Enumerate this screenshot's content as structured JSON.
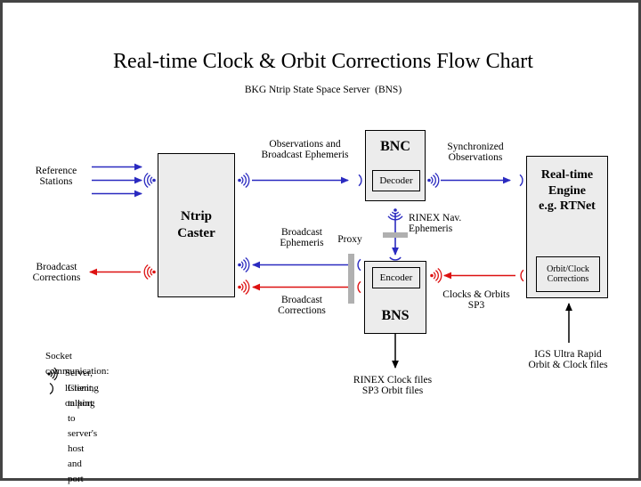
{
  "page": {
    "title": "Real-time Clock & Orbit Corrections Flow Chart",
    "subtitle": "BKG Ntrip State Space Server  (BNS)",
    "border_color": "#444444",
    "background": "#ffffff"
  },
  "colors": {
    "blue": "#2a2ac0",
    "red": "#dd1111",
    "box_fill": "#ececec",
    "box_stroke": "#000000",
    "proxy_gray": "#b0b0b0"
  },
  "boxes": {
    "caster": {
      "label": "Ntrip\nCaster",
      "line1": "Ntrip",
      "line2": "Caster"
    },
    "bnc": {
      "label": "BNC",
      "inner": "Decoder"
    },
    "bns": {
      "label": "BNS",
      "inner": "Encoder"
    },
    "engine": {
      "line1": "Real-time",
      "line2": "Engine",
      "line3": "e.g. RTNet",
      "inner_line1": "Orbit/Clock",
      "inner_line2": "Corrections"
    }
  },
  "labels": {
    "reference_stations": "Reference\nStations",
    "reference_stations_l1": "Reference",
    "reference_stations_l2": "Stations",
    "broadcast_corrections_left_l1": "Broadcast",
    "broadcast_corrections_left_l2": "Corrections",
    "observations_broadcast_eph_l1": "Observations and",
    "observations_broadcast_eph_l2": "Broadcast Ephemeris",
    "synchronized_observations_l1": "Synchronized",
    "synchronized_observations_l2": "Observations",
    "broadcast_ephemeris_l1": "Broadcast",
    "broadcast_ephemeris_l2": "Ephemeris",
    "broadcast_corrections_mid_l1": "Broadcast",
    "broadcast_corrections_mid_l2": "Corrections",
    "proxy": "Proxy",
    "rinex_nav_l1": "RINEX Nav.",
    "rinex_nav_l2": "Ephemeris",
    "clocks_orbits_l1": "Clocks & Orbits",
    "clocks_orbits_l2": "SP3",
    "rinex_files_l1": "RINEX Clock files",
    "rinex_files_l2": "SP3 Orbit files",
    "igs_l1": "IGS Ultra Rapid",
    "igs_l2": "Orbit & Clock files"
  },
  "legend": {
    "heading": "Socket communication:",
    "server": "Server, listening on port",
    "client": "Client, talking to server's host and port",
    "server_icon": "socket-server-icon",
    "client_icon": "socket-client-icon"
  },
  "icons": {
    "server": "socket-server-icon",
    "client": "socket-client-icon",
    "arrow": "arrow-icon"
  }
}
